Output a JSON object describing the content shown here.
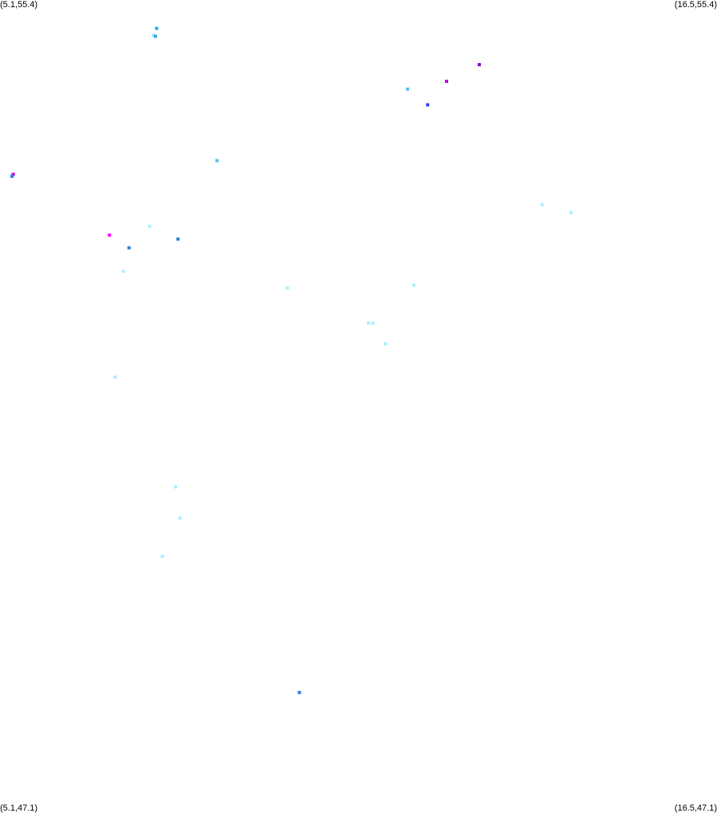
{
  "corners": {
    "top_left": "(5.1,55.4)",
    "top_right": "(16.5,55.4)",
    "bottom_left": "(5.1,47.1)",
    "bottom_right": "(16.5,47.1)"
  },
  "bounds": {
    "lon_min": 5.1,
    "lon_max": 16.5,
    "lat_min": 47.1,
    "lat_max": 55.4
  },
  "points": [
    {
      "lon": 7.59,
      "lat": 55.11,
      "color": "#29a8f0"
    },
    {
      "lon": 7.54,
      "lat": 55.04,
      "color": "#9fe8ff"
    },
    {
      "lon": 7.57,
      "lat": 55.03,
      "color": "#29a8f0"
    },
    {
      "lon": 12.72,
      "lat": 54.74,
      "color": "#9000c8"
    },
    {
      "lon": 12.2,
      "lat": 54.57,
      "color": "#c000e0"
    },
    {
      "lon": 11.58,
      "lat": 54.49,
      "color": "#58c0f0"
    },
    {
      "lon": 11.9,
      "lat": 54.33,
      "color": "#3a3af0"
    },
    {
      "lon": 8.55,
      "lat": 53.76,
      "color": "#58c0f0"
    },
    {
      "lon": 5.31,
      "lat": 53.62,
      "color": "#c000e0"
    },
    {
      "lon": 5.29,
      "lat": 53.6,
      "color": "#2b80e0"
    },
    {
      "lon": 13.72,
      "lat": 53.31,
      "color": "#a8f0ff"
    },
    {
      "lon": 14.18,
      "lat": 53.23,
      "color": "#a8f0ff"
    },
    {
      "lon": 7.48,
      "lat": 53.09,
      "color": "#a8f0ff"
    },
    {
      "lon": 6.84,
      "lat": 53.0,
      "color": "#ff00ff"
    },
    {
      "lon": 7.93,
      "lat": 52.96,
      "color": "#2b80e0"
    },
    {
      "lon": 7.15,
      "lat": 52.87,
      "color": "#2b80e0"
    },
    {
      "lon": 7.06,
      "lat": 52.63,
      "color": "#a8f0ff"
    },
    {
      "lon": 9.67,
      "lat": 52.46,
      "color": "#a8f0ff"
    },
    {
      "lon": 11.68,
      "lat": 52.49,
      "color": "#a8f0ff"
    },
    {
      "lon": 10.96,
      "lat": 52.1,
      "color": "#a8f0ff"
    },
    {
      "lon": 11.03,
      "lat": 52.1,
      "color": "#a8f0ff"
    },
    {
      "lon": 11.23,
      "lat": 51.89,
      "color": "#a8f0ff"
    },
    {
      "lon": 6.93,
      "lat": 51.55,
      "color": "#a8f0ff"
    },
    {
      "lon": 7.89,
      "lat": 50.43,
      "color": "#a8f0ff"
    },
    {
      "lon": 7.96,
      "lat": 50.11,
      "color": "#a8f0ff"
    },
    {
      "lon": 7.68,
      "lat": 49.72,
      "color": "#a8f0ff"
    },
    {
      "lon": 9.86,
      "lat": 48.33,
      "color": "#2b80e0"
    }
  ]
}
